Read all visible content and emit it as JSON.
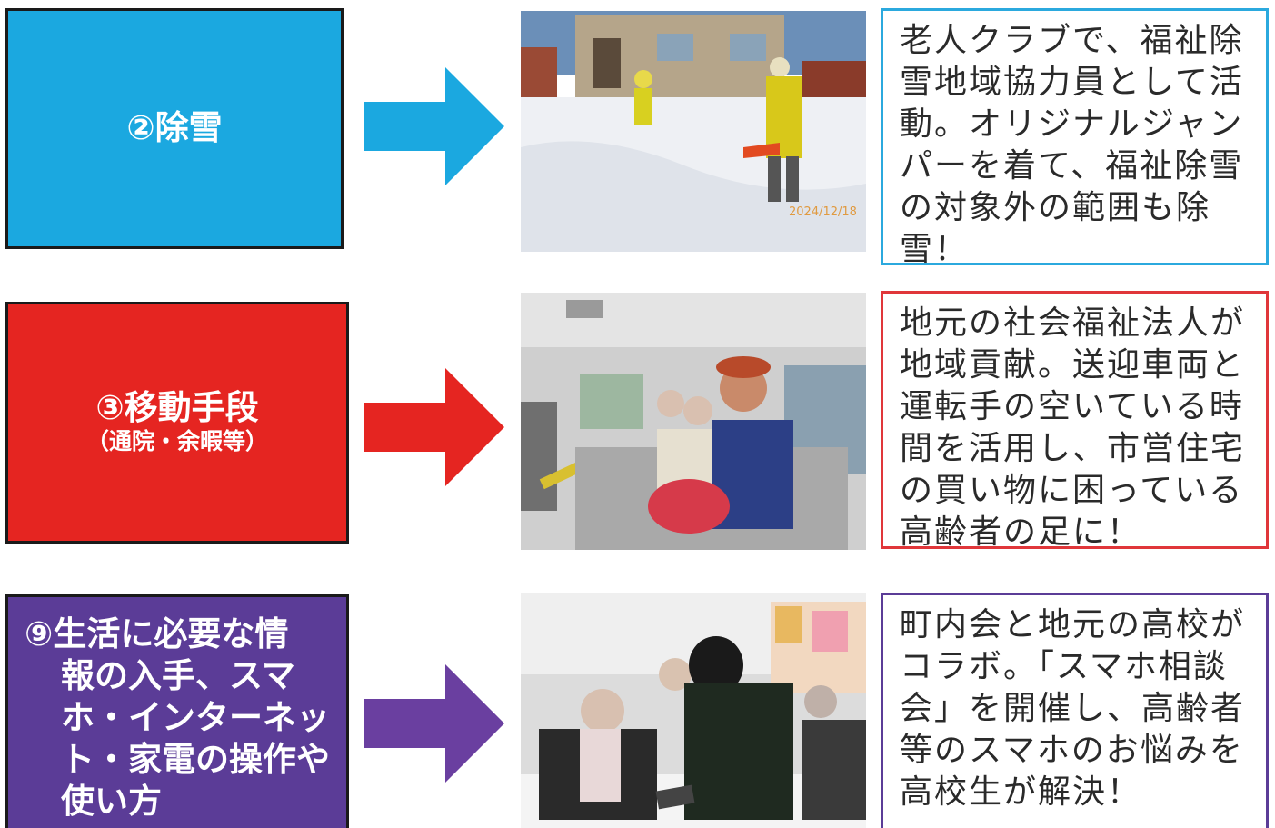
{
  "rows": [
    {
      "label": "②除雪",
      "label_sub": "",
      "label_color": "#1ba8e0",
      "arrow_color": "#1ba8e0",
      "border_color": "#2ba9de",
      "photo_caption": "2024/12/18",
      "description_lines": [
        "老人クラブで、福祉除",
        "雪地域協力員として活",
        "動。オリジナルジャン",
        "パーを着て、福祉除雪",
        "の対象外の範囲も除",
        "雪！"
      ]
    },
    {
      "label": "③移動手段",
      "label_sub": "（通院・余暇等）",
      "label_color": "#e52521",
      "arrow_color": "#e52521",
      "border_color": "#e0363a",
      "description_lines": [
        "地元の社会福祉法人が",
        "地域貢献。送迎車両と",
        "運転手の空いている時",
        "間を活用し、市営住宅",
        "の買い物に困っている",
        "高齢者の足に！"
      ]
    },
    {
      "label_lines": [
        "⑨生活に必要な情",
        "報の入手、スマ",
        "ホ・インターネッ",
        "ト・家電の操作や",
        "使い方"
      ],
      "label_color": "#5b3c97",
      "arrow_color": "#6a3fa0",
      "border_color": "#5b3c97",
      "description_lines": [
        "町内会と地元の高校が",
        "コラボ。「スマホ相談",
        "会」を開催し、高齢者",
        "等のスマホのお悩みを",
        "高校生が解決！"
      ]
    }
  ]
}
